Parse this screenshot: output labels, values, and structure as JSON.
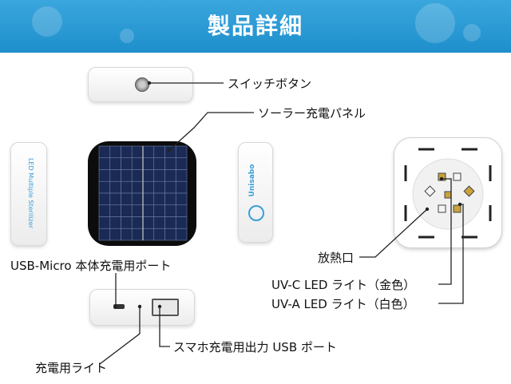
{
  "header": {
    "title": "製品詳細",
    "color": "#2a9ad6"
  },
  "device_side_left": {
    "text": "LED Multiple Sterilizer"
  },
  "device_side_right": {
    "text": "Unisabo"
  },
  "callouts": {
    "switch": "スイッチボタン",
    "solar": "ソーラー充電パネル",
    "usb_micro": "USB-Micro 本体充電用ポート",
    "usb_out": "スマホ充電用出力 USB ポート",
    "light": "充電用ライト",
    "vent": "放熱口",
    "uvc": "UV-C LED ライト（金色）",
    "uva": "UV-A LED ライト（白色）"
  }
}
